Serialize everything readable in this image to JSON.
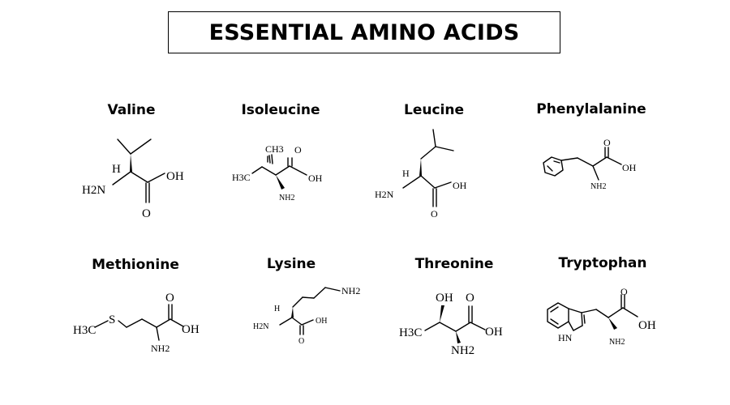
{
  "title": "ESSENTIAL AMINO ACIDS",
  "acids": [
    {
      "name": "Valine"
    },
    {
      "name": "Isoleucine"
    },
    {
      "name": "Leucine"
    },
    {
      "name": "Phenylalanine"
    },
    {
      "name": "Methionine"
    },
    {
      "name": "Lysine"
    },
    {
      "name": "Threonine"
    },
    {
      "name": "Tryptophan"
    }
  ],
  "labels": {
    "H": "H",
    "H2N": "H2N",
    "NH2": "NH2",
    "OH": "OH",
    "O": "O",
    "CH3": "CH3",
    "H3C": "H3C",
    "S": "S",
    "HN": "HN"
  }
}
